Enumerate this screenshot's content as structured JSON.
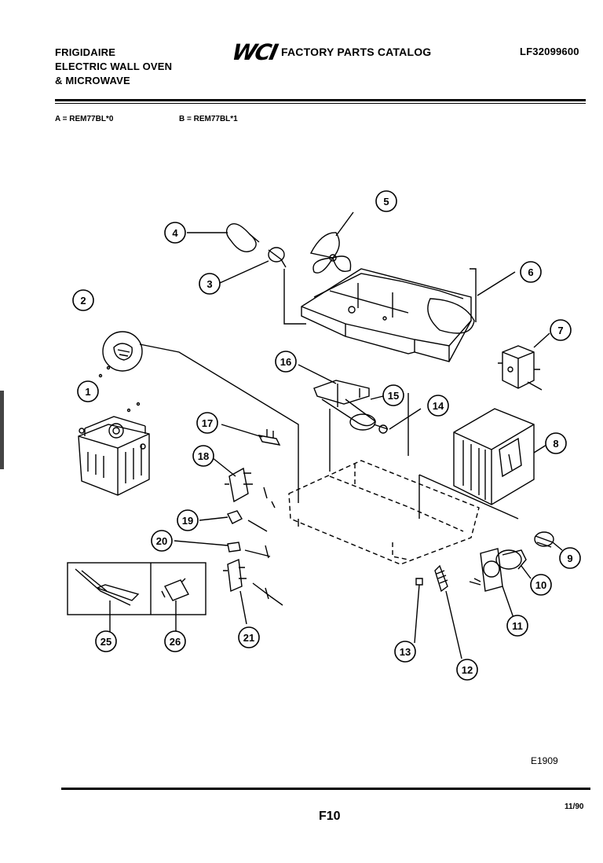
{
  "header": {
    "brand_line1": "FRIGIDAIRE",
    "brand_line2": "ELECTRIC WALL OVEN",
    "brand_line3": "& MICROWAVE",
    "logo_text": "WCI",
    "catalog_title": "FACTORY PARTS CATALOG",
    "catalog_number": "LF32099600"
  },
  "models": {
    "a": "A = REM77BL*0",
    "b": "B = REM77BL*1"
  },
  "callouts": [
    "1",
    "2",
    "3",
    "4",
    "5",
    "6",
    "7",
    "8",
    "9",
    "10",
    "11",
    "12",
    "13",
    "14",
    "15",
    "16",
    "17",
    "18",
    "19",
    "20",
    "21",
    "25",
    "26"
  ],
  "footer": {
    "drawing_code": "E1909",
    "page": "F10",
    "date": "11/90"
  }
}
